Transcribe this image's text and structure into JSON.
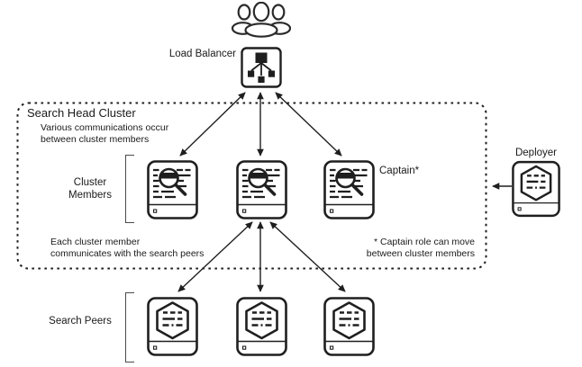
{
  "colors": {
    "ink": "#1f1f1f",
    "background": "#ffffff"
  },
  "users": {
    "icon": "users-icon"
  },
  "load_balancer": {
    "label": "Load Balancer",
    "icon": "load-balancer-icon"
  },
  "search_head_cluster": {
    "title": "Search Head Cluster",
    "note_top": "Various communications occur\nbetween cluster members",
    "members_group_label": "Cluster\nMembers",
    "members": [
      {
        "id": "cluster-member-1",
        "icon": "search-head-icon",
        "label": ""
      },
      {
        "id": "cluster-member-2",
        "icon": "search-head-icon",
        "label": ""
      },
      {
        "id": "cluster-member-3",
        "icon": "search-head-icon",
        "label": "Captain*"
      }
    ],
    "note_bottom_left": "Each cluster member\ncommunicates with the search peers",
    "note_bottom_right": "* Captain role can move\nbetween cluster members"
  },
  "deployer": {
    "label": "Deployer",
    "icon": "indexer-icon"
  },
  "search_peers": {
    "group_label": "Search Peers",
    "peers": [
      {
        "id": "search-peer-1",
        "icon": "indexer-icon"
      },
      {
        "id": "search-peer-2",
        "icon": "indexer-icon"
      },
      {
        "id": "search-peer-3",
        "icon": "indexer-icon"
      }
    ]
  }
}
